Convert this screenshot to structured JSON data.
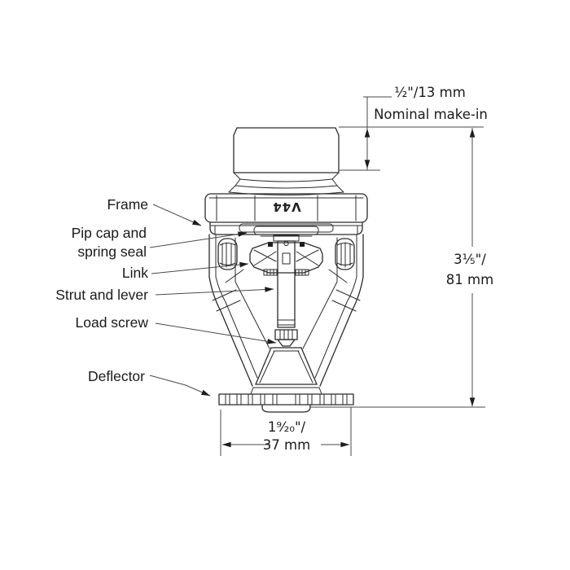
{
  "diagram": {
    "marking": "V44",
    "labels": {
      "frame": "Frame",
      "pip_cap_line1": "Pip cap and",
      "pip_cap_line2": "spring seal",
      "link": "Link",
      "strut_lever": "Strut and lever",
      "load_screw": "Load screw",
      "deflector": "Deflector"
    },
    "dims": {
      "makein_value": "½\"/13 mm",
      "makein_label": "Nominal make-in",
      "height_value": "3⅕\"/",
      "height_unit": "81 mm",
      "width_value": "1⁹⁄₂₀\"/",
      "width_unit": "37 mm"
    },
    "colors": {
      "line": "#2b2b2b",
      "text": "#1a1a1a",
      "background": "#ffffff"
    }
  }
}
